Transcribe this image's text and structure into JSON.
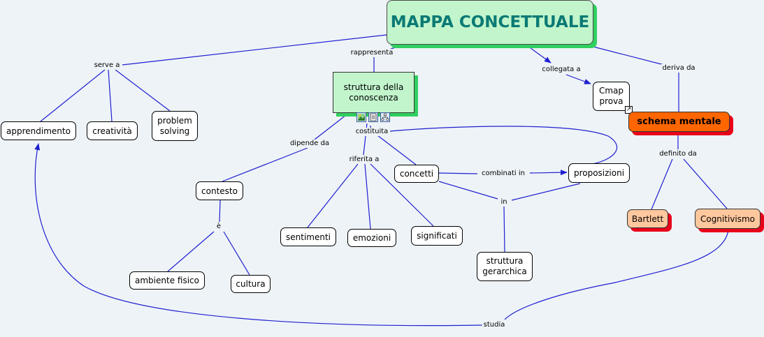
{
  "title": "MAPPA CONCETTUALE",
  "nodes": {
    "struttura": "struttura della conoscenza",
    "apprendimento": "apprendimento",
    "creativita": "creatività",
    "problem_solving": "problem solving",
    "contesto": "contesto",
    "ambiente": "ambiente fisico",
    "cultura": "cultura",
    "concetti": "concetti",
    "proposizioni": "proposizioni",
    "sentimenti": "sentimenti",
    "emozioni": "emozioni",
    "significati": "significati",
    "gerarchica": "struttura gerarchica",
    "cmap": "Cmap prova",
    "schema": "schema mentale",
    "bartlett": "Bartlett",
    "cognitivismo": "Cognitivismo"
  },
  "links": {
    "serve_a": "serve a",
    "rappresenta": "rappresenta",
    "collegata_a": "collegata a",
    "deriva_da": "deriva da",
    "dipende_da": "dipende da",
    "costituita": "costituita",
    "riferita_a": "riferita a",
    "combinati_in": "combinati in",
    "in": "in",
    "e": "è",
    "definito_da": "definito da",
    "studia": "studia"
  },
  "colors": {
    "line": "#1f1fd0",
    "title_text": "#0a7a74",
    "title_bg": "#c2f5cc",
    "schema_bg": "#ff6600",
    "peach_bg": "#ffc79e",
    "shadow_green": "#30d060",
    "shadow_red": "#e8001a"
  },
  "icons": [
    "image-icon",
    "document-icon",
    "concept-map-icon",
    "shortcut-arrow-icon"
  ]
}
